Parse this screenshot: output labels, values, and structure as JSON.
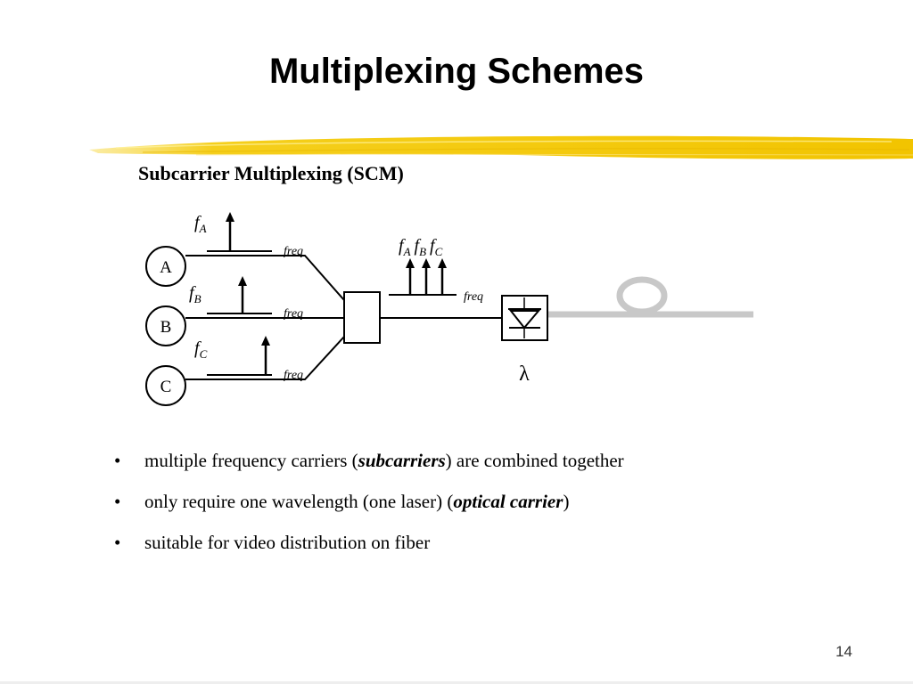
{
  "slide": {
    "title": "Multiplexing Schemes",
    "subtitle": "Subcarrier Multiplexing (SCM)",
    "page_number": "14",
    "accent_color": "#f5c800"
  },
  "diagram": {
    "sources": [
      {
        "label": "A",
        "freq_label": "f",
        "freq_sub": "A",
        "axis_label": "freq"
      },
      {
        "label": "B",
        "freq_label": "f",
        "freq_sub": "B",
        "axis_label": "freq"
      },
      {
        "label": "C",
        "freq_label": "f",
        "freq_sub": "C",
        "axis_label": "freq"
      }
    ],
    "combined": {
      "labels": [
        {
          "f": "f",
          "sub": "A"
        },
        {
          "f": "f",
          "sub": "B"
        },
        {
          "f": "f",
          "sub": "C"
        }
      ],
      "axis_label": "freq"
    },
    "wavelength_label": "λ",
    "icons": [
      "combiner-box",
      "laser-diode-icon",
      "fiber-coil-icon"
    ]
  },
  "bullets": [
    {
      "bullet": "•",
      "before": "multiple frequency carriers (",
      "emph": "subcarriers",
      "after": ") are combined together"
    },
    {
      "bullet": "•",
      "before": "only require one wavelength (one laser) (",
      "emph": "optical carrier",
      "after": ")"
    },
    {
      "bullet": "•",
      "before": "suitable for video distribution on fiber",
      "emph": "",
      "after": ""
    }
  ]
}
